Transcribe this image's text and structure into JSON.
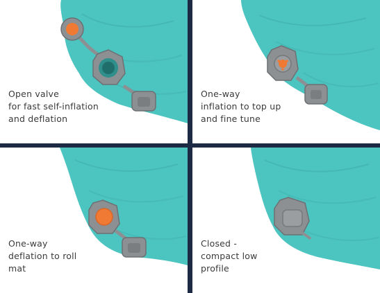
{
  "panels": [
    {
      "lines": [
        "Open valve",
        "for fast self-inflation",
        "and deflation"
      ]
    },
    {
      "lines": [
        "One-way",
        "inflation to top up",
        "and fine tune"
      ]
    },
    {
      "lines": [
        "One-way",
        "deflation to roll",
        "mat"
      ]
    },
    {
      "lines": [
        "Closed -",
        "compact low",
        "profile"
      ]
    }
  ],
  "colors": {
    "mat_fabric": "#4cc4c0",
    "valve_grey": "#8c9093",
    "valve_cap_orange": "#f07a33",
    "divider_navy": "#1c2a44"
  }
}
